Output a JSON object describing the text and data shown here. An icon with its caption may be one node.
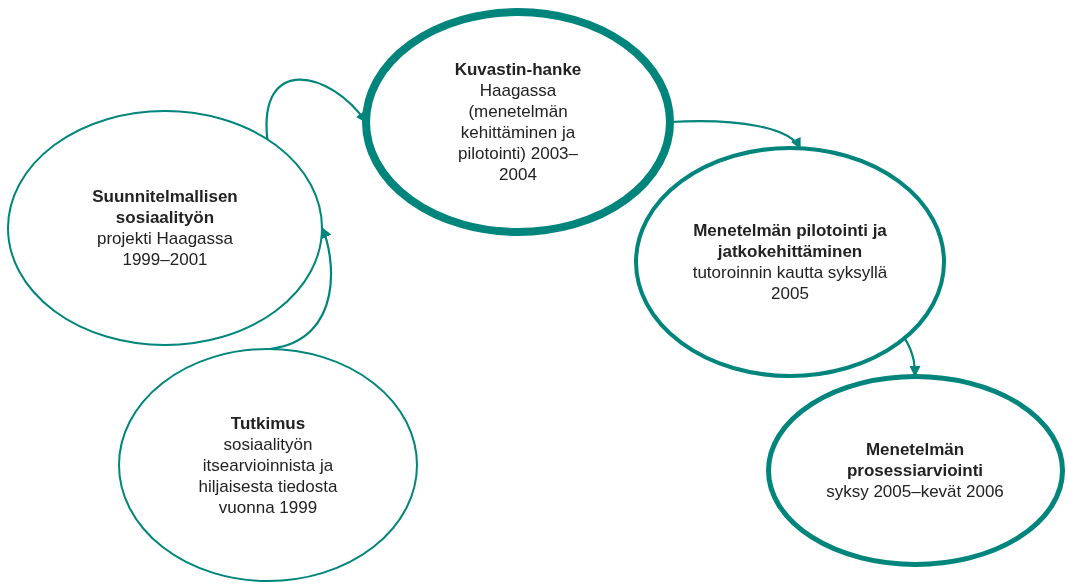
{
  "diagram": {
    "nodes": [
      {
        "text": [
          "Kuvastin-hanke",
          "Haagassa (menetelmän kehittäminen ja pilotointi) 2003–2004"
        ]
      },
      {
        "text": [
          "Suunnitelmallisen sosiaalityön",
          "projekti Haagassa 1999–2001"
        ]
      },
      {
        "text": [
          "Menetelmän pilotointi ja jatkokehittäminen",
          "tutoroinnin kautta syksyllä 2005"
        ]
      },
      {
        "text": [
          "Tutkimus",
          "sosiaalityön itsearvioinnista ja hiljaisesta tiedosta vuonna 1999"
        ]
      },
      {
        "text": [
          "Menetelmän prosessiarviointi",
          "syksy 2005–kevät 2006"
        ]
      }
    ],
    "edges": [
      {
        "from": 1,
        "to": 0,
        "arrow": "to"
      },
      {
        "from": 3,
        "to": 1,
        "arrow": "to"
      },
      {
        "from": 0,
        "to": 2,
        "arrow": "to"
      },
      {
        "from": 2,
        "to": 4,
        "arrow": "to"
      }
    ]
  }
}
